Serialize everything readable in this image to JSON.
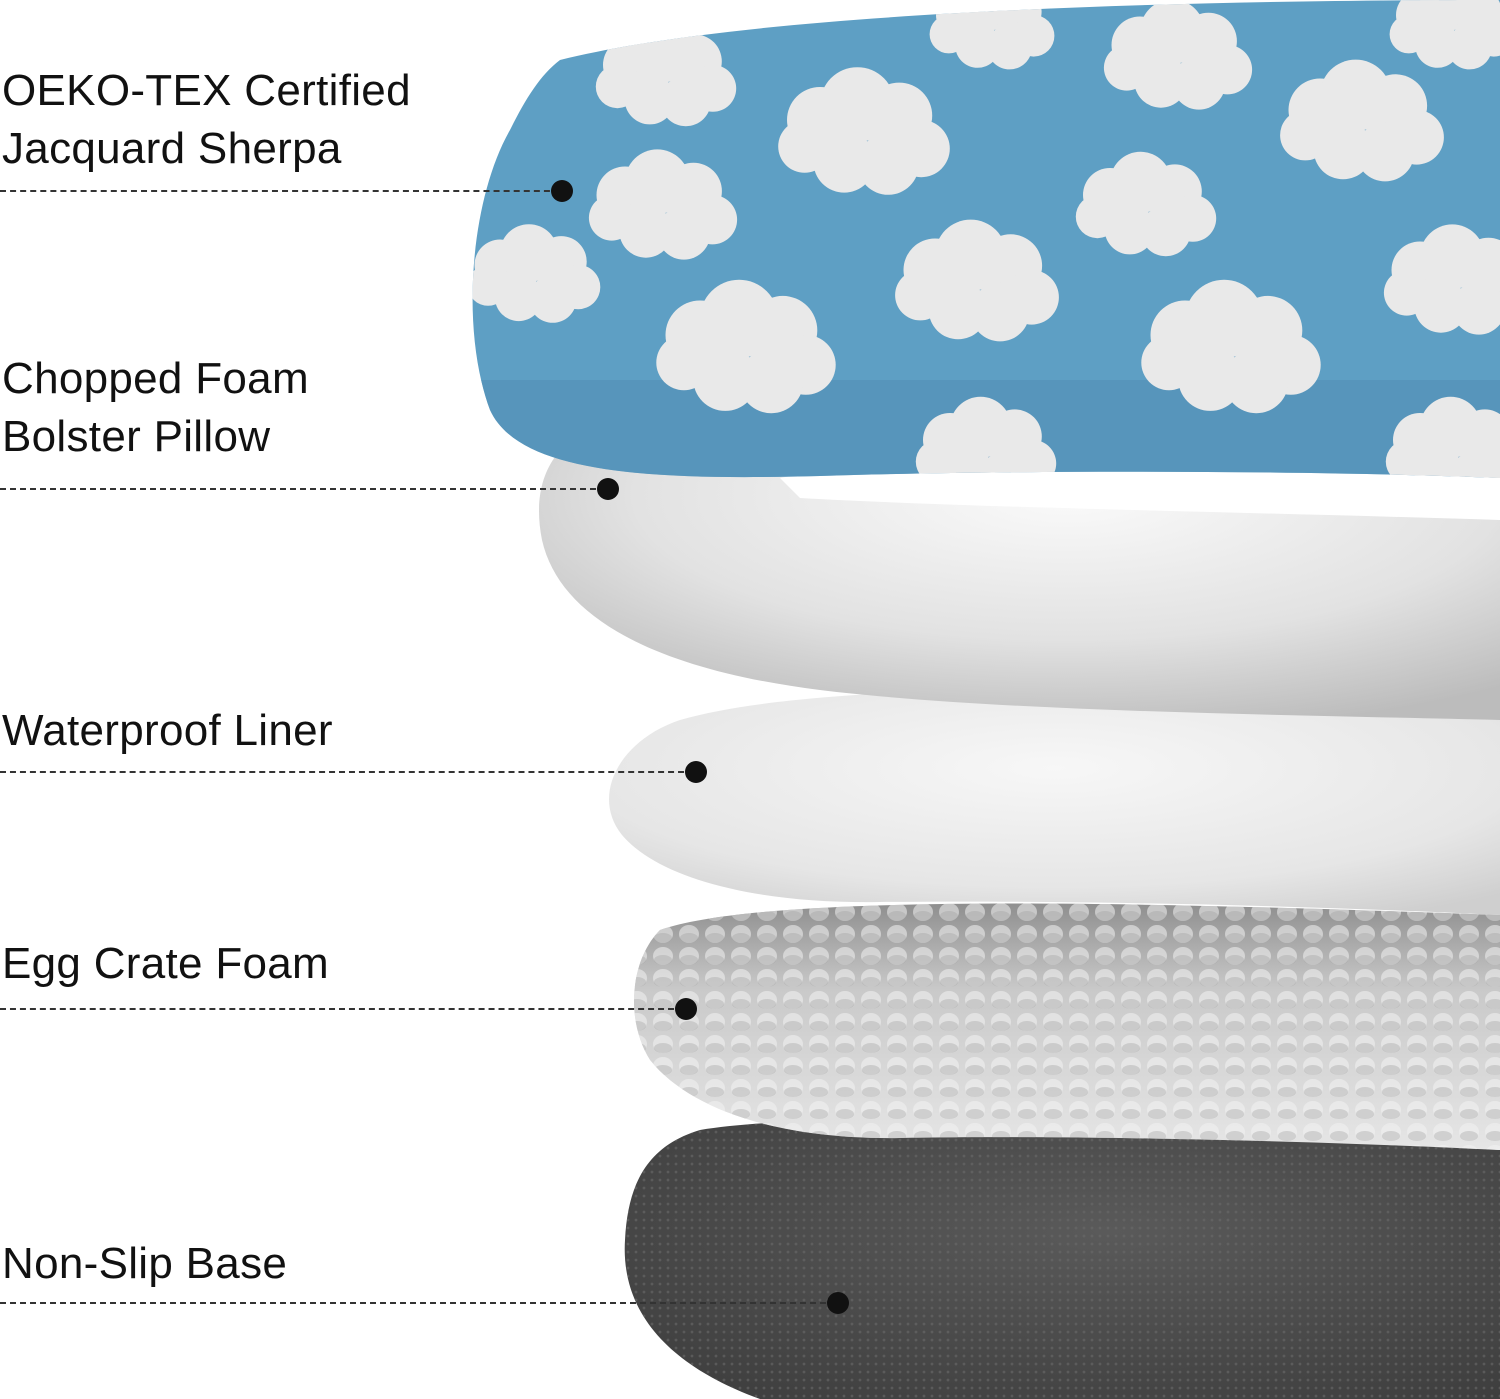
{
  "layers": [
    {
      "id": "sherpa",
      "lines": [
        "OEKO-TEX Certified",
        "Jacquard Sherpa"
      ]
    },
    {
      "id": "bolster",
      "lines": [
        "Chopped Foam",
        "Bolster Pillow"
      ]
    },
    {
      "id": "liner",
      "lines": [
        "Waterproof Liner"
      ]
    },
    {
      "id": "eggcrate",
      "lines": [
        "Egg Crate Foam"
      ]
    },
    {
      "id": "base",
      "lines": [
        "Non-Slip Base"
      ]
    }
  ],
  "colors": {
    "sherpa_blue": "#5e9fc4",
    "cloud_white": "#e9e9e9",
    "bolster_gray": "#d6d6d6",
    "liner_gray": "#e4e4e4",
    "eggcrate_gray": "#cfcfcf",
    "base_charcoal": "#4a4a4a",
    "leader_line": "#333333",
    "marker_dot": "#111111"
  }
}
